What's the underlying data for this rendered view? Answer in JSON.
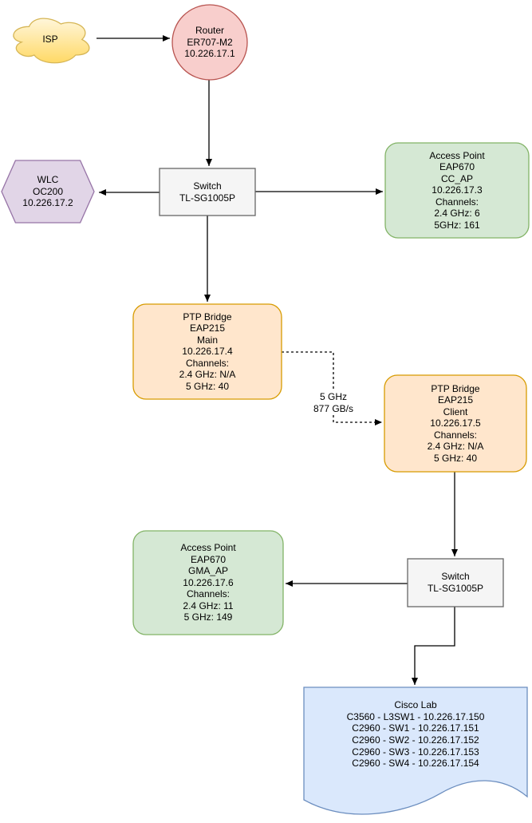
{
  "diagram": {
    "type": "network-topology",
    "background": "#FFFFFF",
    "text_color": "#000000"
  },
  "nodes": {
    "isp": {
      "shape": "cloud",
      "text": "ISP",
      "fill_top": "#FFF6DA",
      "fill_bottom": "#FFD966",
      "stroke": "#D6B656"
    },
    "router": {
      "shape": "circle",
      "text": "Router\nER707-M2\n10.226.17.1",
      "fill": "#F8CECC",
      "stroke": "#B85450"
    },
    "wlc": {
      "shape": "hexagon",
      "text": "WLC\nOC200\n10.226.17.2",
      "fill": "#E1D5E7",
      "stroke": "#9673A6"
    },
    "switch1": {
      "shape": "rectangle",
      "text": "Switch\nTL-SG1005P",
      "fill": "#F5F5F5",
      "stroke": "#666666"
    },
    "ap_cc": {
      "shape": "rounded-rectangle",
      "text": "Access Point\nEAP670\nCC_AP\n10.226.17.3\nChannels:\n2.4 GHz: 6\n5GHz: 161",
      "fill": "#D5E8D4",
      "stroke": "#82B366"
    },
    "ptp_main": {
      "shape": "rounded-rectangle",
      "text": "PTP Bridge\nEAP215\nMain\n10.226.17.4\nChannels:\n2.4 GHz: N/A\n5 GHz: 40",
      "fill": "#FFE6CC",
      "stroke": "#D79B00"
    },
    "ptp_client": {
      "shape": "rounded-rectangle",
      "text": "PTP Bridge\nEAP215\nClient\n10.226.17.5\nChannels:\n2.4 GHz: N/A\n5 GHz: 40",
      "fill": "#FFE6CC",
      "stroke": "#D79B00"
    },
    "ap_gma": {
      "shape": "rounded-rectangle",
      "text": "Access Point\nEAP670\nGMA_AP\n10.226.17.6\nChannels:\n2.4 GHz: 11\n5 GHz: 149",
      "fill": "#D5E8D4",
      "stroke": "#82B366"
    },
    "switch2": {
      "shape": "rectangle",
      "text": "Switch\nTL-SG1005P",
      "fill": "#F5F5F5",
      "stroke": "#666666"
    },
    "cisco_lab": {
      "shape": "document",
      "text": "Cisco Lab\nC3560 - L3SW1 - 10.226.17.150\nC2960 - SW1 - 10.226.17.151\nC2960 - SW2 - 10.226.17.152\nC2960 - SW3 - 10.226.17.153\nC2960 - SW4 - 10.226.17.154",
      "fill": "#DAE8FC",
      "stroke": "#6C8EBF"
    }
  },
  "connections": {
    "color": "#000000",
    "link_label": "5 GHz\n877 GB/s",
    "list": [
      {
        "from": "isp",
        "to": "router",
        "style": "solid",
        "arrow": "to"
      },
      {
        "from": "router",
        "to": "switch1",
        "style": "solid",
        "arrow": "to"
      },
      {
        "from": "switch1",
        "to": "wlc",
        "style": "solid",
        "arrow": "to"
      },
      {
        "from": "switch1",
        "to": "ap_cc",
        "style": "solid",
        "arrow": "to"
      },
      {
        "from": "switch1",
        "to": "ptp_main",
        "style": "solid",
        "arrow": "to"
      },
      {
        "from": "ptp_main",
        "to": "ptp_client",
        "style": "dashed",
        "arrow": "to",
        "label": "5 GHz\n877 GB/s"
      },
      {
        "from": "ptp_client",
        "to": "switch2",
        "style": "solid",
        "arrow": "to"
      },
      {
        "from": "switch2",
        "to": "ap_gma",
        "style": "solid",
        "arrow": "to"
      },
      {
        "from": "switch2",
        "to": "cisco_lab",
        "style": "solid",
        "arrow": "to"
      }
    ]
  }
}
